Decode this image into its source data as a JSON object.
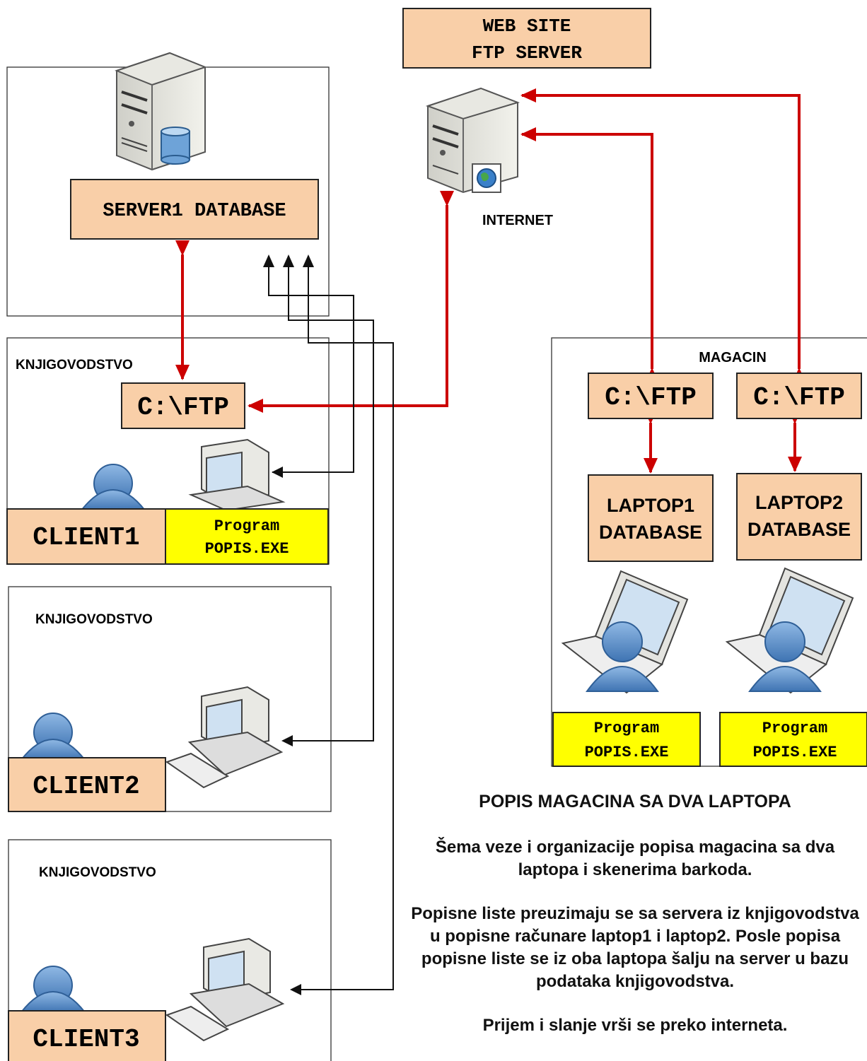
{
  "web_site": {
    "line1": "WEB SITE",
    "line2": "FTP SERVER"
  },
  "internet_label": "INTERNET",
  "server": {
    "label": "SERVER1 DATABASE"
  },
  "knjigovodstvo": {
    "section_label": "KNJIGOVODSTVO",
    "ftp_label": "C:\\FTP",
    "clients": [
      {
        "label": "CLIENT1",
        "program_line1": "Program",
        "program_line2": "POPIS.EXE"
      },
      {
        "label": "CLIENT2"
      },
      {
        "label": "CLIENT3"
      }
    ]
  },
  "magacin": {
    "section_label": "MAGACIN",
    "laptops": [
      {
        "ftp_label": "C:\\FTP",
        "db_line1": "LAPTOP1",
        "db_line2": "DATABASE",
        "program_line1": "Program",
        "program_line2": "POPIS.EXE"
      },
      {
        "ftp_label": "C:\\FTP",
        "db_line1": "LAPTOP2",
        "db_line2": "DATABASE",
        "program_line1": "Program",
        "program_line2": "POPIS.EXE"
      }
    ]
  },
  "description": {
    "title": "POPIS MAGACINA SA DVA LAPTOPA",
    "paragraph1": "Šema veze i organizacije popisa magacina sa dva laptopa i skenerima barkoda.",
    "paragraph2": "Popisne liste preuzimaju se sa servera iz knjigovodstva u popisne računare laptop1 i laptop2. Posle popisa popisne liste se iz oba laptopa šalju na server u bazu podataka knjigovodstva.",
    "paragraph3": "Prijem i slanje vrši se preko interneta."
  },
  "colors": {
    "box_fill": "#f9cfa8",
    "program_fill": "#ffff00",
    "arrow_red": "#cc0000",
    "person_blue": "#5b8fc7"
  }
}
